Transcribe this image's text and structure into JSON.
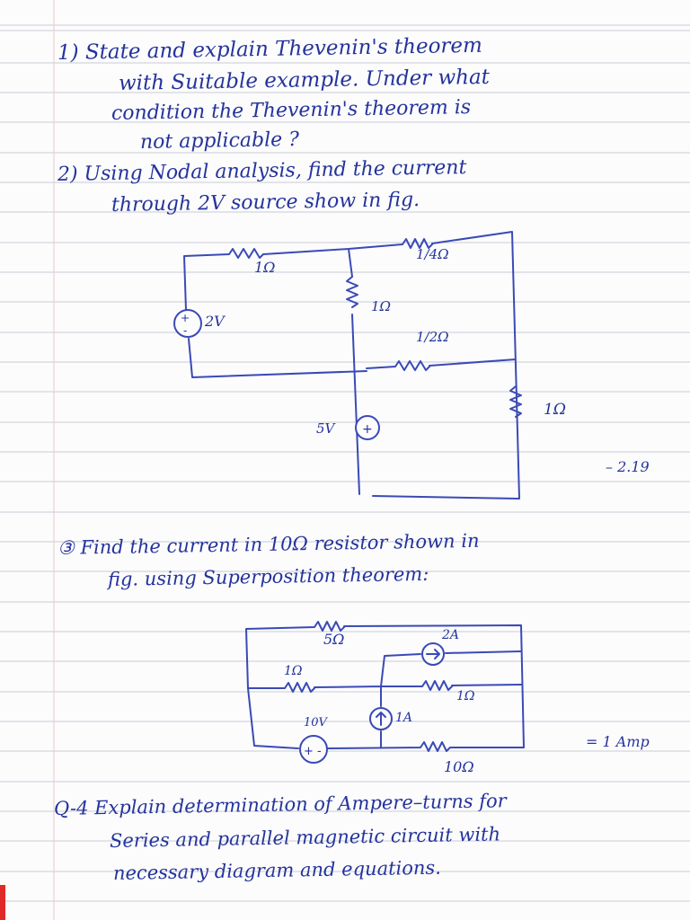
{
  "q1": {
    "lines": [
      "1) State and explain Thevenin's theorem",
      "with Suitable example. Under what",
      "condition the Thevenin's theorem is",
      "not applicable ?"
    ]
  },
  "q2": {
    "lines": [
      "2) Using Nodal analysis, find the current",
      "through 2V source show in fig."
    ],
    "labels": {
      "r_top_left": "1Ω",
      "r_top_right": "1/4Ω",
      "r_middle": "1Ω",
      "r_half": "1/2Ω",
      "r_right": "1Ω",
      "src_2v": "2V",
      "src_5v": "5V",
      "answer": "– 2.19"
    }
  },
  "q3": {
    "lines": [
      "③ Find the current in 10Ω resistor shown in",
      "fig. using Superposition theorem:"
    ],
    "labels": {
      "r_5": "5Ω",
      "src_2a": "2A",
      "r_1_left": "1Ω",
      "r_1_right": "1Ω",
      "src_10v": "10V",
      "src_1a": "1A",
      "r_10": "10Ω",
      "answer": "= 1 Amp"
    }
  },
  "q4": {
    "lines": [
      "Q-4 Explain determination of Ampere–turns for",
      "Series and parallel magnetic circuit with",
      "necessary diagram and equations."
    ]
  }
}
